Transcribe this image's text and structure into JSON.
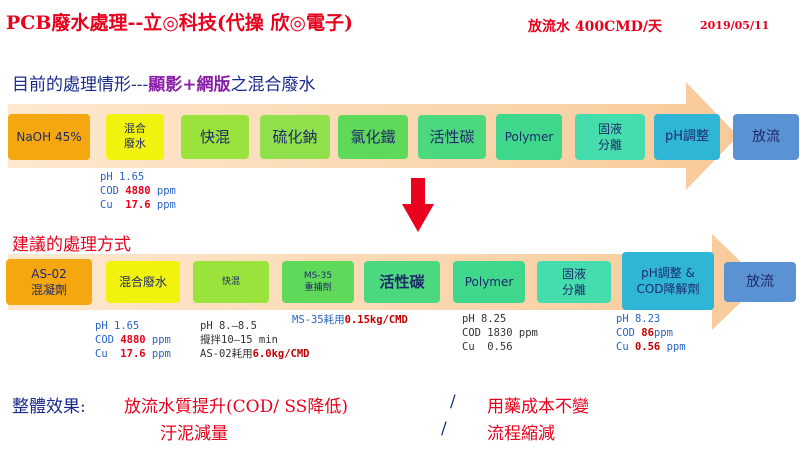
{
  "header": {
    "title": "PCB廢水處理--立◎科技(代操 欣◎電子)",
    "subtitle": "放流水 400CMD/天",
    "date": "2019/05/11"
  },
  "current": {
    "heading_prefix": "目前的處理情形---",
    "heading_highlight": "顯影+網版",
    "heading_suffix": "之混合廢水",
    "steps": [
      {
        "l1": "NaOH 45%",
        "l2": "",
        "color": "#f4a70f"
      },
      {
        "l1": "混合",
        "l2": "廢水",
        "color": "#f2f20f"
      },
      {
        "l1": "快混",
        "l2": "",
        "color": "#9ae23c"
      },
      {
        "l1": "硫化鈉",
        "l2": "",
        "color": "#8fe04a"
      },
      {
        "l1": "氯化鐵",
        "l2": "",
        "color": "#5fd95a"
      },
      {
        "l1": "活性碳",
        "l2": "",
        "color": "#4cd87e"
      },
      {
        "l1": "Polymer",
        "l2": "",
        "color": "#3fd78b"
      },
      {
        "l1": "固液",
        "l2": "分離",
        "color": "#45dcae"
      },
      {
        "l1": "pH調整",
        "l2": "",
        "color": "#2fb6d6"
      },
      {
        "l1": "放流",
        "l2": "",
        "color": "#5b92d4"
      }
    ],
    "params": {
      "ph": "pH 1.65",
      "cod_label": "COD ",
      "cod_value": "4880",
      "cod_unit": " ppm",
      "cu_label": "Cu  ",
      "cu_value": "17.6",
      "cu_unit": " ppm"
    }
  },
  "proposed": {
    "heading": "建議的處理方式",
    "steps": [
      {
        "l1": "AS-02",
        "l2": "混凝劑",
        "color": "#f4a70f"
      },
      {
        "l1": "混合廢水",
        "l2": "",
        "color": "#f2f20f"
      },
      {
        "l1": "快混",
        "l2": "",
        "color": "#9ae23c"
      },
      {
        "l1": "MS-35",
        "l2": "重捕劑",
        "color": "#5fd95a"
      },
      {
        "l1": "活性碳",
        "l2": "",
        "color": "#4cd87e"
      },
      {
        "l1": "Polymer",
        "l2": "",
        "color": "#3fd78b"
      },
      {
        "l1": "固液",
        "l2": "分離",
        "color": "#45dcae"
      },
      {
        "l1": "pH調整 &",
        "l2": "COD降解劑",
        "color": "#2fb6d6"
      },
      {
        "l1": "放流",
        "l2": "",
        "color": "#5b92d4"
      }
    ],
    "params_a": {
      "ph": "pH 1.65",
      "cod_label": "COD ",
      "cod_value": "4880",
      "cod_unit": " ppm",
      "cu_label": "Cu  ",
      "cu_value": "17.6",
      "cu_unit": " ppm"
    },
    "params_b": {
      "l1": "pH 8.—8.5",
      "l2": "攪拌10—15 min",
      "l3a": "AS-02耗用",
      "l3b": "6.0kg/CMD"
    },
    "params_c": {
      "a": "MS-35耗用",
      "b": "0.15kg/CMD"
    },
    "params_d": {
      "l1": "pH 8.25",
      "l2": "COD 1830 ppm",
      "l3": "Cu  0.56"
    },
    "params_e": {
      "l1": "pH 8.23",
      "l2a": "COD ",
      "l2b": "86",
      "l2c": "ppm",
      "l3a": "Cu ",
      "l3b": "0.56",
      "l3c": " ppm"
    }
  },
  "effects": {
    "label": "整體效果:",
    "item1": "放流水質提升(COD/ SS降低)",
    "sep1": "/",
    "item2": "用藥成本不變",
    "item3": "汙泥減量",
    "sep2": "/",
    "item4": "流程縮減"
  }
}
